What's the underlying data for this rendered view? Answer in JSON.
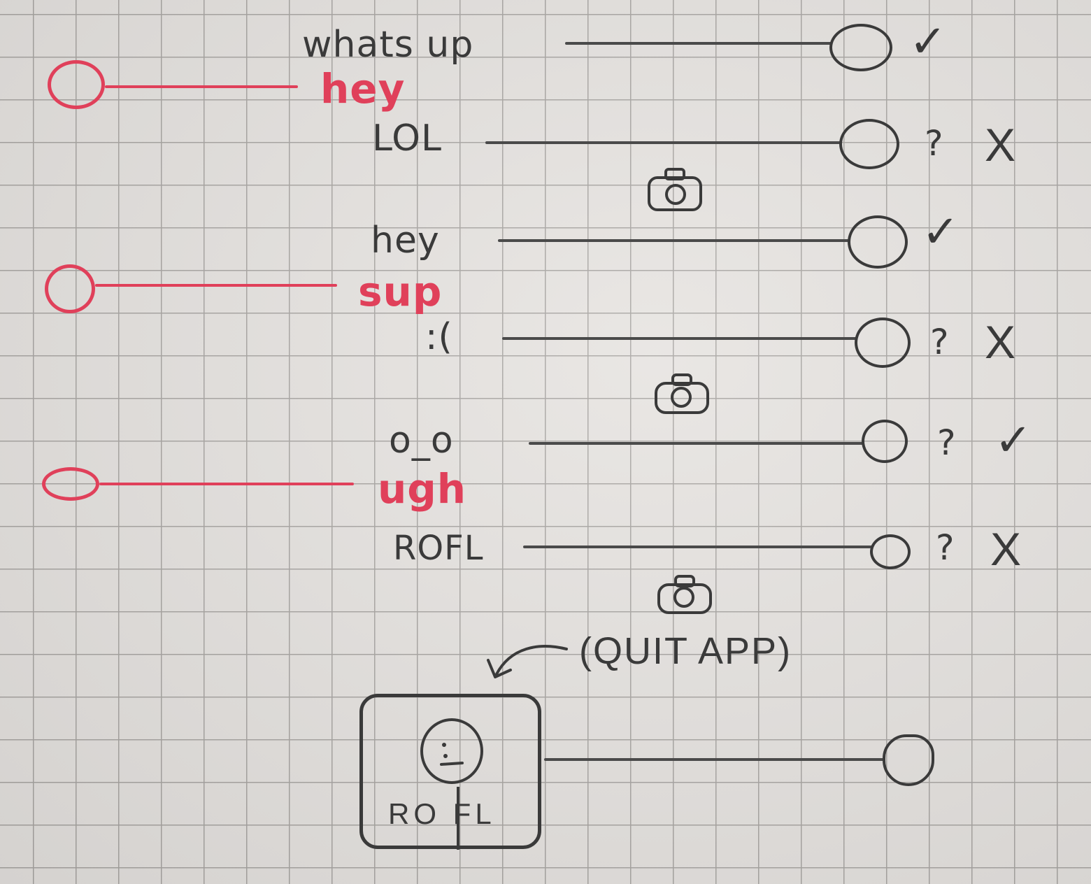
{
  "conversation": {
    "messages": [
      {
        "text": "whats up",
        "side": "sent",
        "status": [
          "check"
        ]
      },
      {
        "text": "hey",
        "side": "received"
      },
      {
        "text": "LOL",
        "side": "sent",
        "status": [
          "question",
          "x"
        ]
      },
      {
        "text": "hey",
        "side": "sent",
        "status": [
          "check"
        ]
      },
      {
        "text": "sup",
        "side": "received"
      },
      {
        "text": ":(",
        "side": "sent",
        "status": [
          "question",
          "x"
        ]
      },
      {
        "text": "o_o",
        "side": "sent",
        "status": [
          "question",
          "check"
        ]
      },
      {
        "text": "ugh",
        "side": "received"
      },
      {
        "text": "ROFL",
        "side": "sent",
        "status": [
          "question",
          "x"
        ]
      }
    ],
    "marks": {
      "check": "✓",
      "question": "?",
      "x": "X"
    }
  },
  "annotation": {
    "quit_app": "(QUIT APP)"
  },
  "widget": {
    "label": "RO FL"
  },
  "colors": {
    "ink": "#3a3a3a",
    "received": "#e0405a",
    "paper": "#e7e4e1"
  }
}
